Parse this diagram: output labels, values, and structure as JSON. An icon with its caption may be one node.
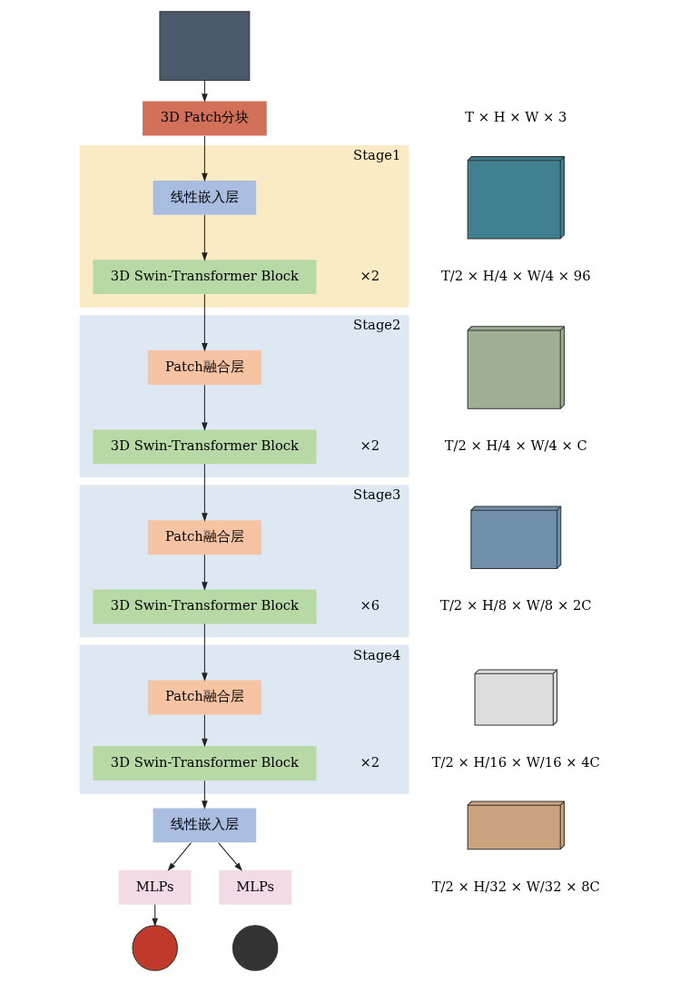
{
  "diagram": {
    "nodes": [
      {
        "text": [],
        "shape": "box"
      },
      {
        "text": [
          "3D Patch分块"
        ]
      },
      {
        "text": [
          "Stage1"
        ]
      },
      {
        "text": [
          "线性嵌入层"
        ],
        "in": 2
      },
      {
        "text": [
          "3D Swin-Transformer Block"
        ],
        "in": 2,
        "beside": [
          "×2"
        ]
      },
      {
        "text": [
          "Stage2"
        ]
      },
      {
        "text": [
          "Patch融合层"
        ],
        "in": 5
      },
      {
        "text": [
          "3D Swin-Transformer Block"
        ],
        "in": 5,
        "beside": [
          "×2"
        ]
      },
      {
        "text": [
          "Stage3"
        ]
      },
      {
        "text": [
          "Patch融合层"
        ],
        "in": 8
      },
      {
        "text": [
          "3D Swin-Transformer Block"
        ],
        "in": 8,
        "beside": [
          "×6"
        ]
      },
      {
        "text": [
          "Stage4"
        ]
      },
      {
        "text": [
          "Patch融合层"
        ],
        "in": 11
      },
      {
        "text": [
          "3D Swin-Transformer Block"
        ],
        "in": 11,
        "beside": [
          "×2"
        ]
      },
      {
        "text": [
          "线性嵌入层"
        ]
      },
      {
        "text": [
          "MLPs"
        ]
      },
      {
        "text": [
          "MLPs"
        ]
      },
      {
        "text": [],
        "shape": "circle"
      },
      {
        "text": [],
        "shape": "circle"
      },
      {
        "text": [],
        "shape": "cube"
      },
      {
        "text": [],
        "shape": "cube"
      },
      {
        "text": [],
        "shape": "cube"
      },
      {
        "text": [],
        "shape": "cube"
      },
      {
        "text": [],
        "shape": "cube"
      }
    ],
    "edges": [
      {
        "from": 0,
        "to": 1,
        "arrow": "to"
      },
      {
        "from": 1,
        "to": 3,
        "arrow": "to"
      },
      {
        "from": 3,
        "to": 4,
        "arrow": "to"
      },
      {
        "from": 4,
        "to": 6,
        "arrow": "to"
      },
      {
        "from": 6,
        "to": 7,
        "arrow": "to"
      },
      {
        "from": 7,
        "to": 9,
        "arrow": "to"
      },
      {
        "from": 9,
        "to": 10,
        "arrow": "to"
      },
      {
        "from": 10,
        "to": 12,
        "arrow": "to"
      },
      {
        "from": 12,
        "to": 13,
        "arrow": "to"
      },
      {
        "from": 13,
        "to": 14,
        "arrow": "to"
      },
      {
        "from": 14,
        "to": 15,
        "arrow": "to"
      },
      {
        "from": 14,
        "to": 16,
        "arrow": "to"
      },
      {
        "from": 15,
        "to": 17,
        "arrow": "to"
      }
    ],
    "labels": [
      "T × H × W × 3",
      "T/2 × H/4 × W/4 × 96",
      "T/2 × H/4 × W/4 × C",
      "T/2 × H/8 × W/8 × 2C",
      "T/2 × H/16 × W/16 × 4C",
      "T/2 × H/32 × W/32 × 8C"
    ]
  }
}
